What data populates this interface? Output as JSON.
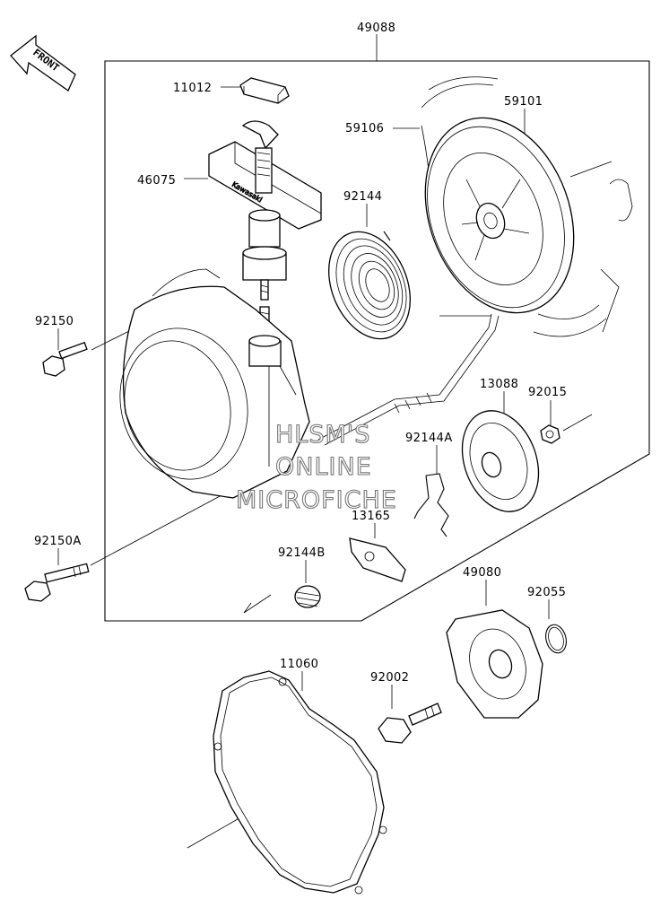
{
  "front_label": "FRONT",
  "labels": {
    "p49088": "49088",
    "p11012": "11012",
    "p46075": "46075",
    "p59106": "59106",
    "p59101": "59101",
    "p92144": "92144",
    "p92150": "92150",
    "p13088": "13088",
    "p92015": "92015",
    "p92144A": "92144A",
    "p13165": "13165",
    "p92150A": "92150A",
    "p92144B": "92144B",
    "p49080": "49080",
    "p92055": "92055",
    "p11060": "11060",
    "p92002": "92002"
  },
  "handle_text": "Kawasaki",
  "watermark": [
    "HLSM'S",
    "ONLINE",
    "MICROFICHE"
  ]
}
